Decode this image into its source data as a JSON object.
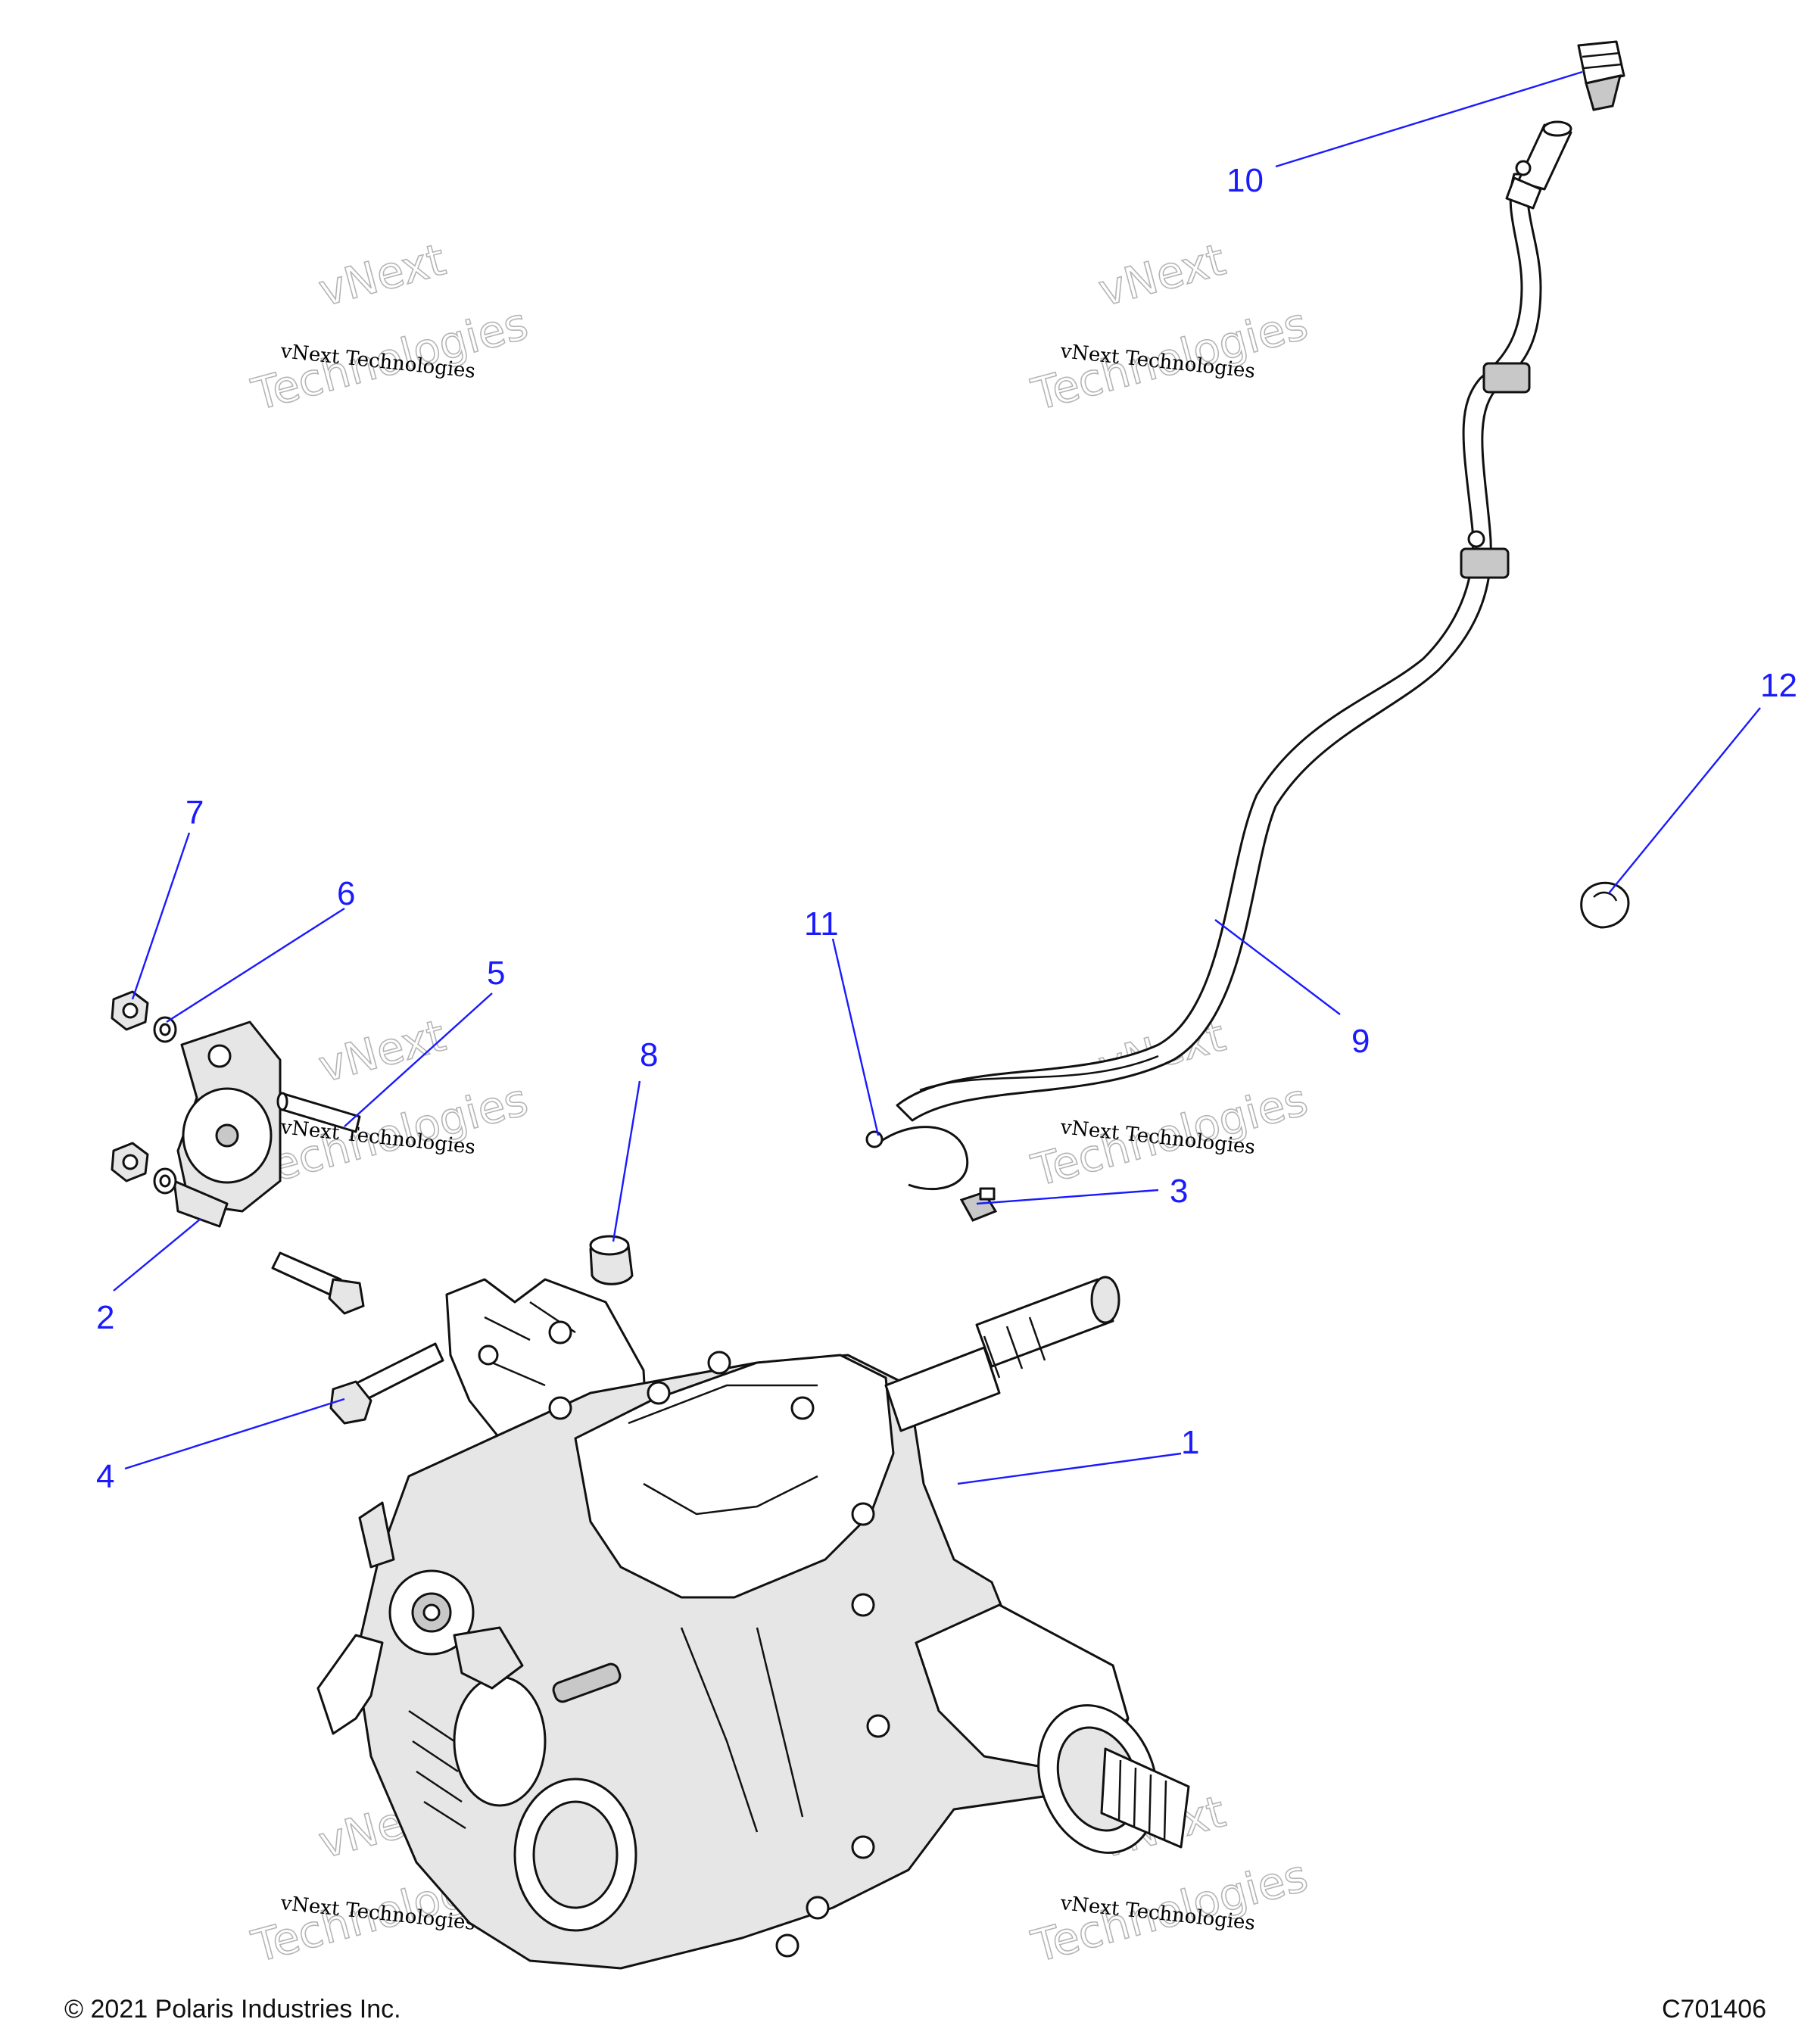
{
  "callouts": [
    {
      "label": "1"
    },
    {
      "label": "2"
    },
    {
      "label": "3"
    },
    {
      "label": "4"
    },
    {
      "label": "5"
    },
    {
      "label": "6"
    },
    {
      "label": "7"
    },
    {
      "label": "8"
    },
    {
      "label": "9"
    },
    {
      "label": "10"
    },
    {
      "label": "11"
    },
    {
      "label": "12"
    }
  ],
  "watermark": {
    "line1": "vNext",
    "line2": "vNext Technologies",
    "line3": "Technologies"
  },
  "footer": {
    "copyright": "© 2021 Polaris Industries Inc.",
    "diagram_id": "C701406"
  }
}
